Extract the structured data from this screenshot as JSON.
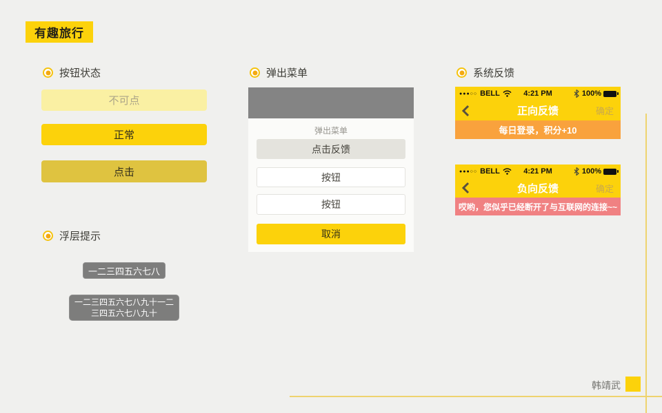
{
  "page": {
    "title_badge": "有趣旅行",
    "author": "韩靖武"
  },
  "palette": {
    "yellow": "#FCD20B",
    "yellow_pressed": "#DFC340",
    "yellow_disabled": "#FAF0A3",
    "orange_banner": "#F9A23D",
    "pink_banner": "#F08182",
    "toast_gray": "#7D7D7C",
    "popup_header_gray": "#848484",
    "page_background": "#F0F0EE",
    "line_yellow": "#EED36E"
  },
  "button_states": {
    "header": "按钮状态",
    "disabled_label": "不可点",
    "normal_label": "正常",
    "pressed_label": "点击"
  },
  "toasts": {
    "header": "浮层提示",
    "short_text": "一二三四五六七八",
    "long_line1": "一二三四五六七八九十一二",
    "long_line2": "三四五六七八九十"
  },
  "popup_menu": {
    "header": "弹出菜单",
    "sheet_label": "弹出菜单",
    "feedback_button": "点击反馈",
    "button1": "按钮",
    "button2": "按钮",
    "cancel_button": "取消"
  },
  "system_feedback": {
    "header": "系统反馈",
    "status_bar": {
      "signal_dots": "●●●○○",
      "carrier": "BELL",
      "time": "4:21 PM",
      "battery_percent": "100%"
    },
    "positive": {
      "title": "正向反馈",
      "confirm": "确定",
      "message": "每日登录，积分+10"
    },
    "negative": {
      "title": "负向反馈",
      "confirm": "确定",
      "message": "哎哟，您似乎已经断开了与互联网的连接~~"
    }
  }
}
